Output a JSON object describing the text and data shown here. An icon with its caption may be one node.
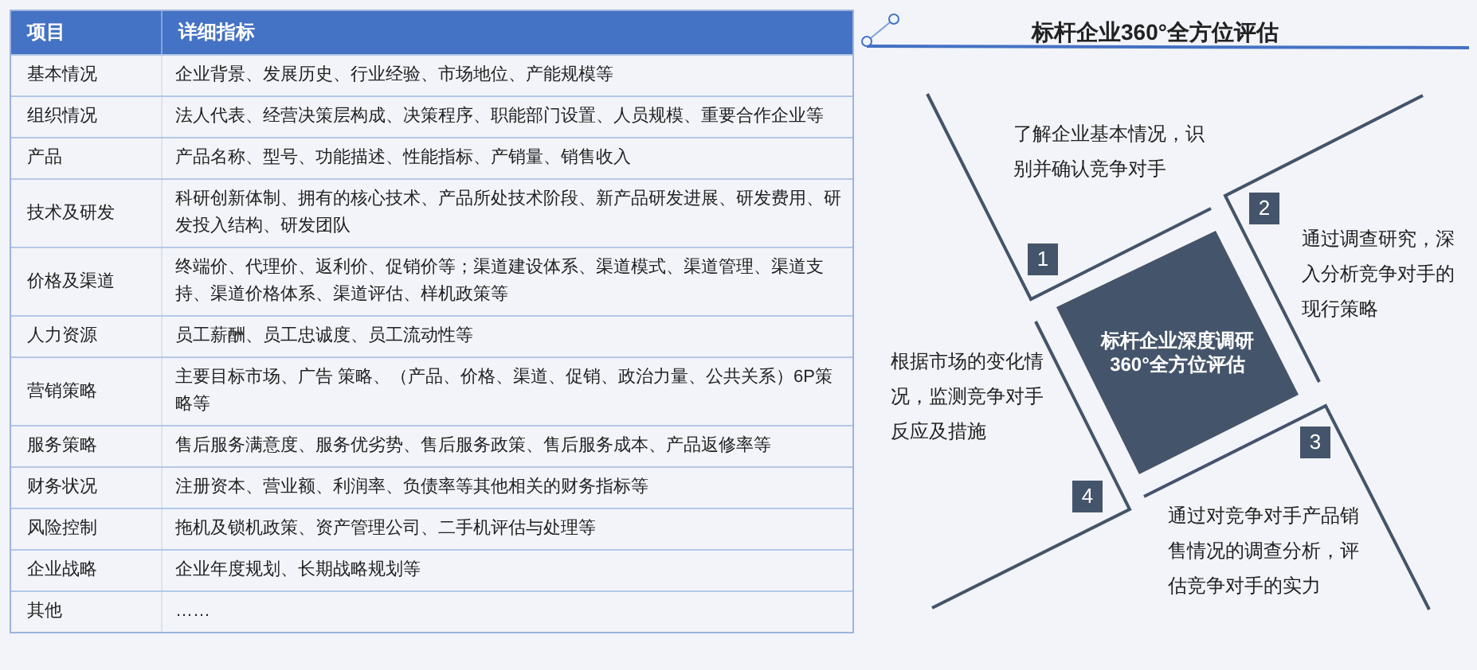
{
  "diagram": {
    "title": "标杆企业360°全方位评估",
    "nodes": [
      {
        "text": [
          "标杆企业深度调研360°全方位评估"
        ]
      },
      {
        "text": [
          "1"
        ]
      },
      {
        "text": [
          "2"
        ]
      },
      {
        "text": [
          "3"
        ]
      },
      {
        "text": [
          "4"
        ]
      }
    ],
    "labels": [
      "项目",
      "详细指标",
      "基本情况",
      "企业背景、发展历史、行业经验、市场地位、产能规模等",
      "组织情况",
      "法人代表、经营决策层构成、决策程序、职能部门设置、人员规模、重要合作企业等",
      "产品",
      "产品名称、型号、功能描述、性能指标、产销量、销售收入",
      "技术及研发",
      "科研创新体制、拥有的核心技术、产品所处技术阶段、新产品研发进展、研发费用、研发投入结构、研发团队",
      "价格及渠道",
      "终端价、代理价、返利价、促销价等；渠道建设体系、渠道模式、渠道管理、渠道支持、渠道价格体系、渠道评估、样机政策等",
      "人力资源",
      "员工薪酬、员工忠诚度、员工流动性等",
      "营销策略",
      "主要目标市场、广告 策略、（产品、价格、渠道、促销、政治力量、公共关系）6P策略等",
      "服务策略",
      "售后服务满意度、服务优劣势、售后服务政策、售后服务成本、产品返修率等",
      "财务状况",
      "注册资本、营业额、利润率、负债率等其他相关的财务指标等",
      "风险控制",
      "拖机及锁机政策、资产管理公司、二手机评估与处理等",
      "企业战略",
      "企业年度规划、长期战略规划等",
      "其他",
      "……",
      "了解企业基本情况，识别并确认竞争对手",
      "通过调查研究，深入分析竞争对手的现行策略",
      "根据市场的变化情况，监测竞争对手反应及措施",
      "通过对竞争对手产品销售情况的调查分析，评估竞争对手的实力"
    ]
  }
}
